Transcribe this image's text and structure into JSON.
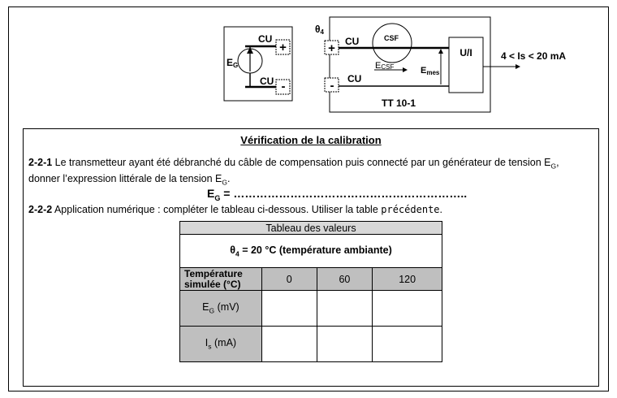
{
  "diagram": {
    "left": {
      "eg_label": "E",
      "eg_sub": "G",
      "cu_top": "CU",
      "cu_bottom": "CU",
      "plus": "+",
      "minus": "-"
    },
    "right": {
      "theta": "θ",
      "theta_sub": "4",
      "cu_top": "CU",
      "cu_bottom": "CU",
      "csf": "CSF",
      "ecsf_main": "E",
      "ecsf_sub": "CSF",
      "emes_main": "E",
      "emes_sub": "mes",
      "ui": "U/I",
      "plus": "+",
      "minus": "-",
      "tt": "TT 10-1",
      "output_range": "4 < Is < 20 mA"
    }
  },
  "section": {
    "title": "Vérification de la calibration",
    "q1_num": "2-2-1",
    "q1_line1": " Le transmetteur ayant été débranché du câble de compensation puis connecté par un générateur de tension E",
    "q1_sub1": "G",
    "q1_line1_end": ",",
    "q1_line2": "donner l’expression littérale de la tension E",
    "q1_sub2": "G",
    "q1_line2_end": ".",
    "formula_main": "E",
    "formula_sub": "G",
    "formula_rest": " = ……………………………………………………..",
    "q2_num": "2-2-2",
    "q2_text": " Application numérique : compléter le tableau ci-dessous. Utiliser la table ",
    "q2_mono": "précédente",
    "q2_end": "."
  },
  "table": {
    "caption": "Tableau des valeurs",
    "condition_symbol": "θ",
    "condition_sub": "4",
    "condition_rest": " = 20 °C (température ambiante)",
    "header_label": "Température simulée (°C)",
    "columns": [
      "0",
      "60",
      "120"
    ],
    "rows": [
      {
        "label_main": "E",
        "label_sub": "G",
        "label_rest": " (mV)",
        "values": [
          "",
          "",
          ""
        ]
      },
      {
        "label_main": "I",
        "label_sub": "s",
        "label_rest": " (mA)",
        "values": [
          "",
          "",
          ""
        ]
      }
    ]
  }
}
